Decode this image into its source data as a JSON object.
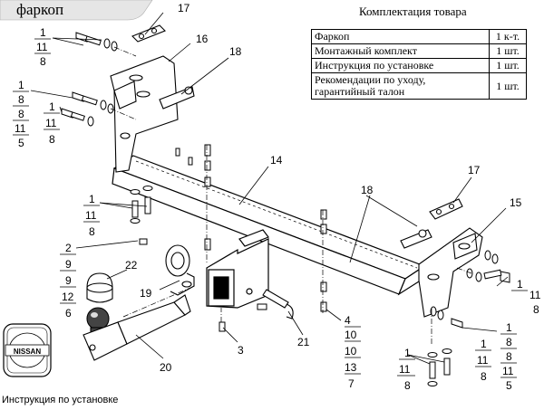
{
  "header": {
    "title": "фаркоп"
  },
  "kit": {
    "title": "Комплектация товара",
    "rows": [
      {
        "item": "Фаркоп",
        "qty": "1 к-т."
      },
      {
        "item": "Монтажный комплект",
        "qty": "1 шт."
      },
      {
        "item": "Инструкция по установке",
        "qty": "1 шт."
      },
      {
        "item": "Рекомендации по уходу, гарантийный талон",
        "qty": "1 шт."
      }
    ]
  },
  "callouts": {
    "c17a": "17",
    "c16": "16",
    "c18a": "18",
    "c14": "14",
    "c17b": "17",
    "c18b": "18",
    "c15": "15",
    "c22": "22",
    "c19": "19",
    "c20": "20",
    "c21": "21",
    "c3": "3",
    "c4": "4"
  },
  "stacks": {
    "s1": [
      "1",
      "11",
      "8"
    ],
    "s2": [
      "1",
      "8",
      "8",
      "11",
      "5"
    ],
    "s3": [
      "1",
      "11",
      "8"
    ],
    "s4": [
      "1",
      "11",
      "8"
    ],
    "s5": [
      "2",
      "9",
      "9",
      "12",
      "6"
    ],
    "s6": [
      "10",
      "10",
      "13",
      "7"
    ],
    "s7": [
      "1",
      "11",
      "8"
    ],
    "s8": [
      "1",
      "11",
      "8"
    ],
    "s9": [
      "1",
      "8",
      "8",
      "11",
      "5"
    ],
    "s10": [
      "1",
      "11",
      "8"
    ]
  },
  "logo": {
    "text": "NISSAN"
  },
  "footer": {
    "text": "Инструкция по установке"
  }
}
